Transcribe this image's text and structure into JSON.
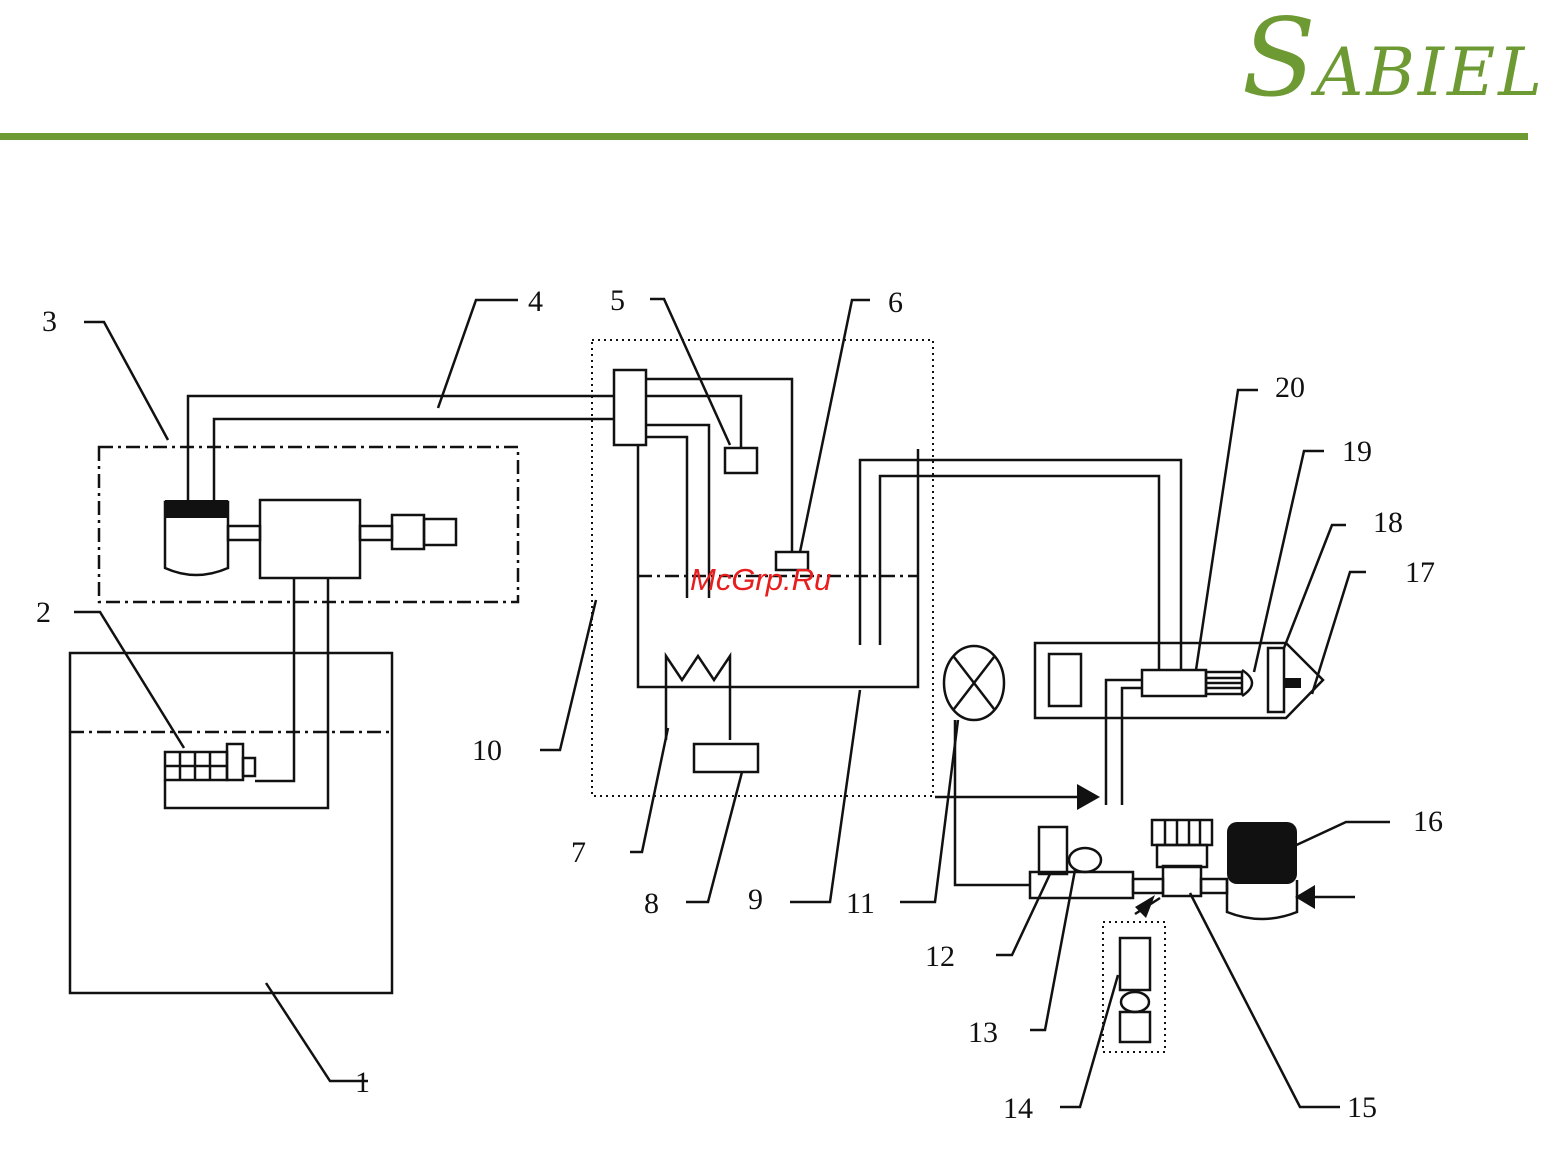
{
  "brand": {
    "logo_text": "SABIEL",
    "color": "#6e9a34"
  },
  "watermark": "McGrp.Ru",
  "labels": [
    "1",
    "2",
    "3",
    "4",
    "5",
    "6",
    "7",
    "8",
    "9",
    "10",
    "11",
    "12",
    "13",
    "14",
    "15",
    "16",
    "17",
    "18",
    "19",
    "20"
  ]
}
